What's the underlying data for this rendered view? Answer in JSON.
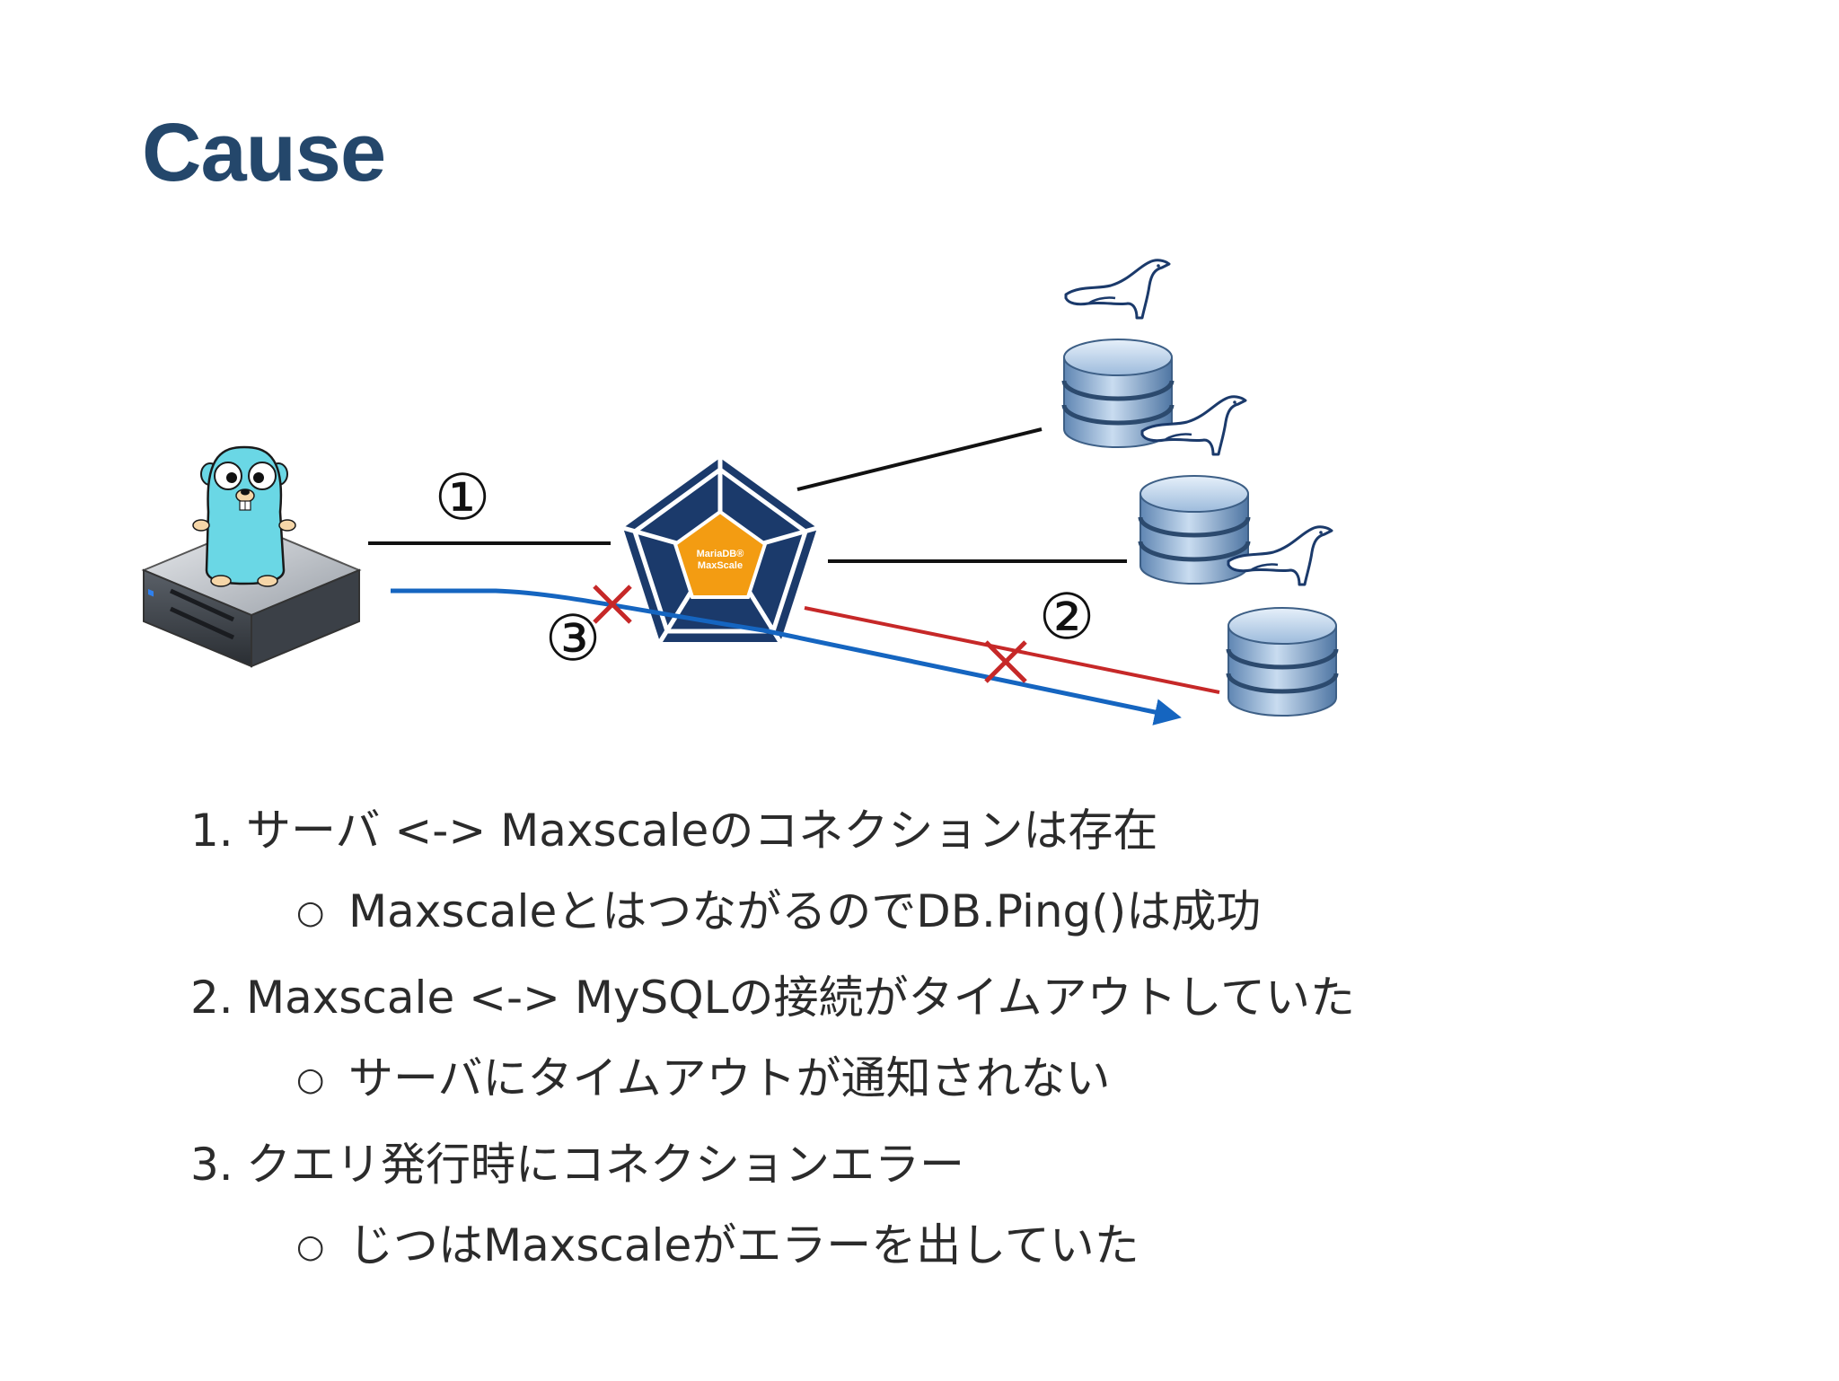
{
  "title": "Cause",
  "diagram": {
    "label_1": "①",
    "label_2": "②",
    "label_3": "③",
    "maxscale_logo_line1": "MariaDB®",
    "maxscale_logo_line2": "MaxScale",
    "colors": {
      "blue_line": "#1565c0",
      "red_line": "#c62828",
      "black_line": "#111111",
      "pentagon_outer": "#1b3a6b",
      "pentagon_inner": "#f39c12",
      "db_cylinder": "#8fb3d9",
      "gopher": "#6ad7e5"
    }
  },
  "items": [
    {
      "number": "1.",
      "text": "サーバ <-> Maxscaleのコネクションは存在",
      "sub": "MaxscaleとはつながるのでDB.Ping()は成功"
    },
    {
      "number": "2.",
      "text": "Maxscale <-> MySQLの接続がタイムアウトしていた",
      "sub": "サーバにタイムアウトが通知されない"
    },
    {
      "number": "3.",
      "text": "クエリ発行時にコネクションエラー",
      "sub": "じつはMaxscaleがエラーを出していた"
    }
  ],
  "bullet_symbol": "○"
}
